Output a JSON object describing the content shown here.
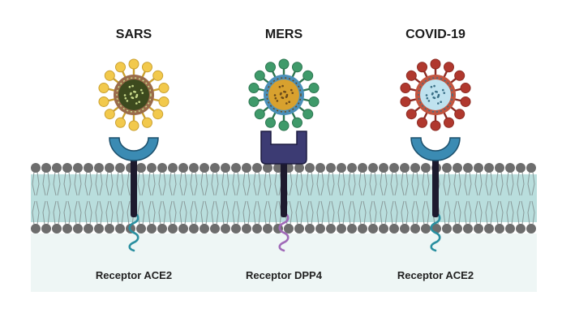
{
  "viruses": [
    {
      "title": "SARS",
      "receptor_label": "Receptor ACE2",
      "receptor_shape": "cup",
      "spike_color": "#f2c94c",
      "spike_dark": "#caa030",
      "ring_color": "#9a6b4a",
      "core_color": "#3d4a1e",
      "core_dots": "#c8d88a",
      "receptor_color": "#3b8bb3",
      "tail_color": "#2a8fa0"
    },
    {
      "title": "MERS",
      "receptor_label": "Receptor DPP4",
      "receptor_shape": "u-block",
      "spike_color": "#3f9a6a",
      "spike_dark": "#2c7550",
      "ring_color": "#4a8fb8",
      "core_color": "#d8a12e",
      "core_dots": "#6a4a1a",
      "receptor_color": "#3c3b73",
      "tail_color": "#a06ab8"
    },
    {
      "title": "COVID-19",
      "receptor_label": "Receptor ACE2",
      "receptor_shape": "cup",
      "spike_color": "#b0382e",
      "spike_dark": "#8c2a22",
      "ring_color": "#c25540",
      "core_color": "#bfe2ef",
      "core_dots": "#3a6f86",
      "receptor_color": "#3b8bb3",
      "tail_color": "#2a8fa0"
    }
  ],
  "membrane": {
    "fill_color": "#b9dedd",
    "head_color": "#6d6d6d",
    "below_color": "#eef6f5"
  }
}
